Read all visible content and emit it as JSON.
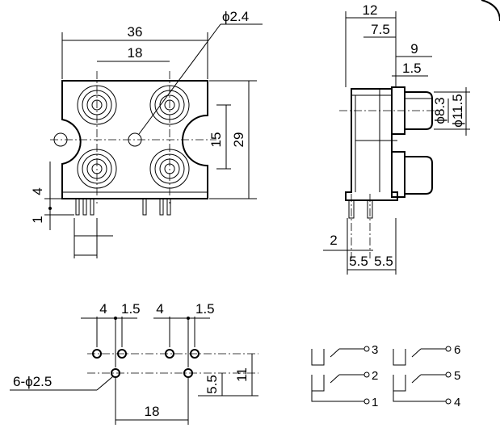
{
  "front_view": {
    "width_label": "36",
    "pitch_label": "18",
    "hole_label": "ϕ2.4",
    "height_label": "29",
    "half_height_label": "15",
    "pin_length_label": "4",
    "pin_offset_label": "1"
  },
  "side_view": {
    "depth_label": "12",
    "body_label": "7.5",
    "tip_label": "9",
    "shoulder_label": "1.5",
    "inner_dia_label": "ϕ8.3",
    "outer_dia_label": "ϕ11.5",
    "pin_label": "2",
    "pitch_a_label": "5.5",
    "pitch_b_label": "5.5"
  },
  "pcb_layout": {
    "offset_a_label": "4",
    "offset_b_label": "1.5",
    "offset_c_label": "4",
    "offset_d_label": "1.5",
    "holes_label": "6-ϕ2.5",
    "pitch_label": "18",
    "row_gap_label": "5.5",
    "total_label": "11"
  },
  "schematic": {
    "pins": [
      "3",
      "2",
      "1",
      "6",
      "5",
      "4"
    ]
  }
}
